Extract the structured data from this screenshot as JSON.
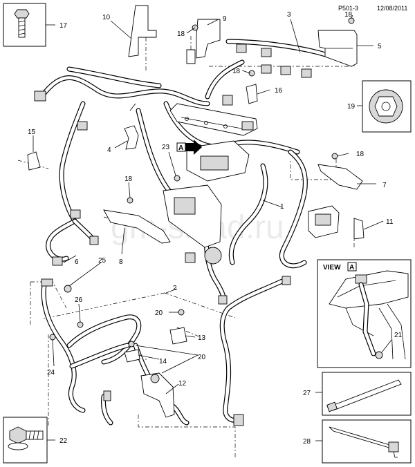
{
  "header": {
    "code": "P501-3",
    "date": "12/08/2011"
  },
  "watermark": "gm-sklad.ru",
  "view_marker": "A",
  "view_box": {
    "title": "VIEW",
    "marker": "A"
  },
  "callouts": {
    "c1": "1",
    "c2": "2",
    "c3": "3",
    "c4": "4",
    "c5": "5",
    "c6": "6",
    "c7": "7",
    "c8": "8",
    "c9": "9",
    "c10": "10",
    "c11": "11",
    "c12": "12",
    "c13": "13",
    "c14": "14",
    "c15": "15",
    "c16": "16",
    "c17": "17",
    "c18a": "18",
    "c18b": "18",
    "c18c": "18",
    "c18d": "18",
    "c18e": "18",
    "c19": "19",
    "c20a": "20",
    "c20b": "20",
    "c21": "21",
    "c22": "22",
    "c23": "23",
    "c24": "24",
    "c25": "25",
    "c26": "26",
    "c27": "27",
    "c28": "28"
  }
}
